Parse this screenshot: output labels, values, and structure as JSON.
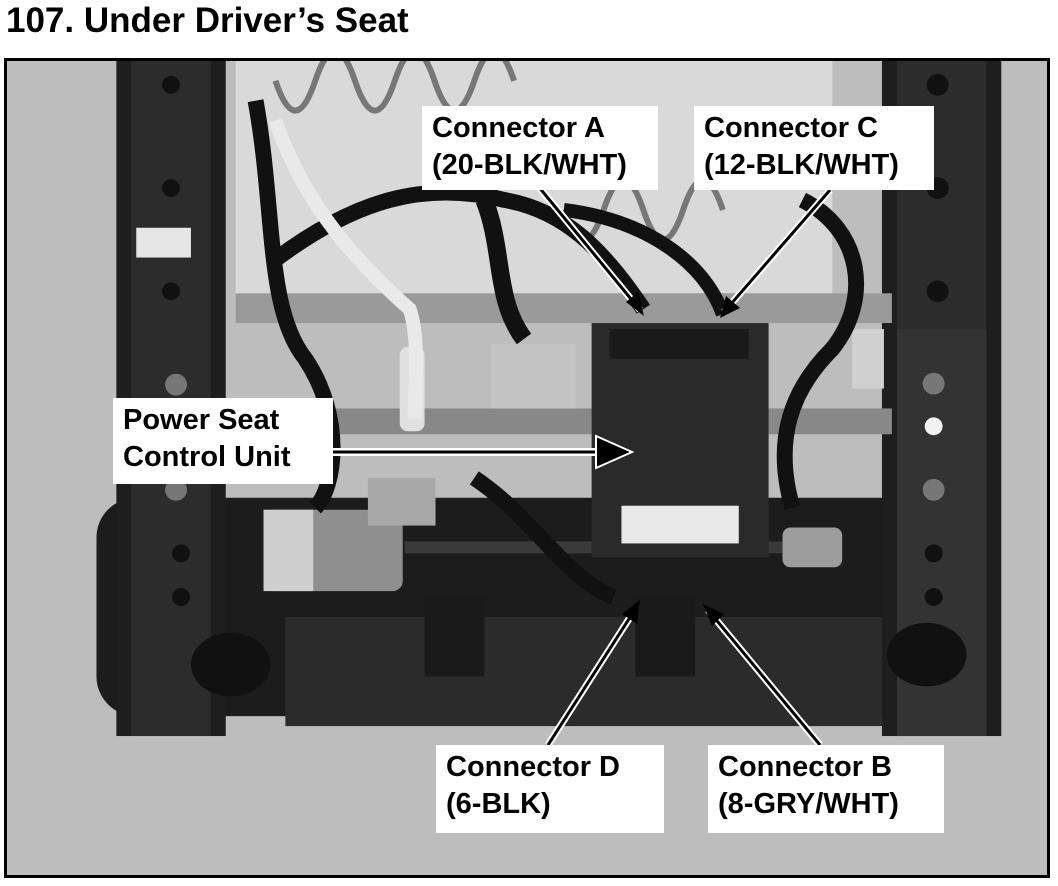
{
  "page": {
    "title": "107. Under Driver’s Seat"
  },
  "callouts": {
    "connector_a": {
      "line1": "Connector A",
      "line2": "(20-BLK/WHT)"
    },
    "connector_c": {
      "line1": "Connector C",
      "line2": "(12-BLK/WHT)"
    },
    "power_seat": {
      "line1": "Power Seat",
      "line2": "Control Unit"
    },
    "connector_d": {
      "line1": "Connector D",
      "line2": "(6-BLK)"
    },
    "connector_b": {
      "line1": "Connector B",
      "line2": "(8-GRY/WHT)"
    }
  },
  "photo": {
    "icon": "seat-underside-photo",
    "colors": {
      "background": "#b9b9b9",
      "rails": "#1a1a1a",
      "module": "#2a2a2a"
    }
  }
}
